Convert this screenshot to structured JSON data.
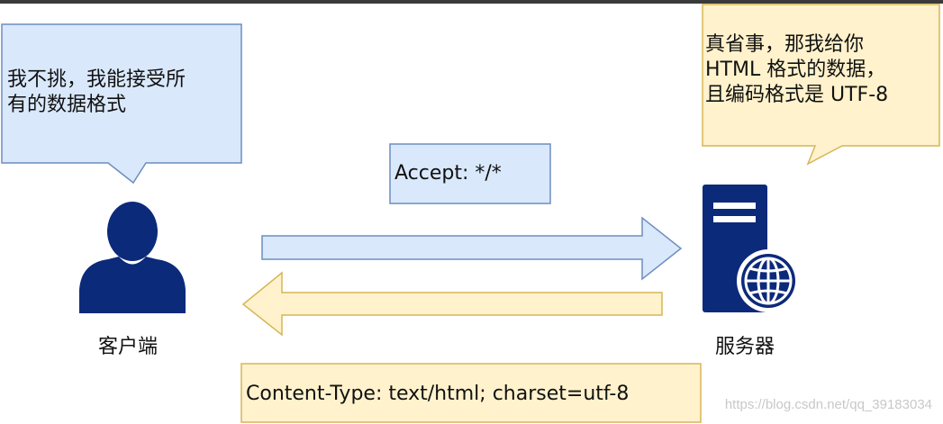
{
  "client": {
    "speech": "我不挑，我能接受所\n有的数据格式",
    "label": "客户端"
  },
  "server": {
    "speech": "真省事，那我给你\nHTML 格式的数据，\n且编码格式是 UTF-8",
    "label": "服务器"
  },
  "request": {
    "header": "Accept: */*"
  },
  "response": {
    "header": "Content-Type: text/html; charset=utf-8"
  },
  "watermark": "https://blog.csdn.net/qq_39183034",
  "colors": {
    "blue_fill": "#dae8fc",
    "blue_stroke": "#6c8ebf",
    "yellow_fill": "#fff2cc",
    "yellow_stroke": "#d6b656",
    "icon_navy": "#0c2a7a"
  },
  "icons": {
    "client": "user-icon",
    "server": "server-globe-icon"
  }
}
